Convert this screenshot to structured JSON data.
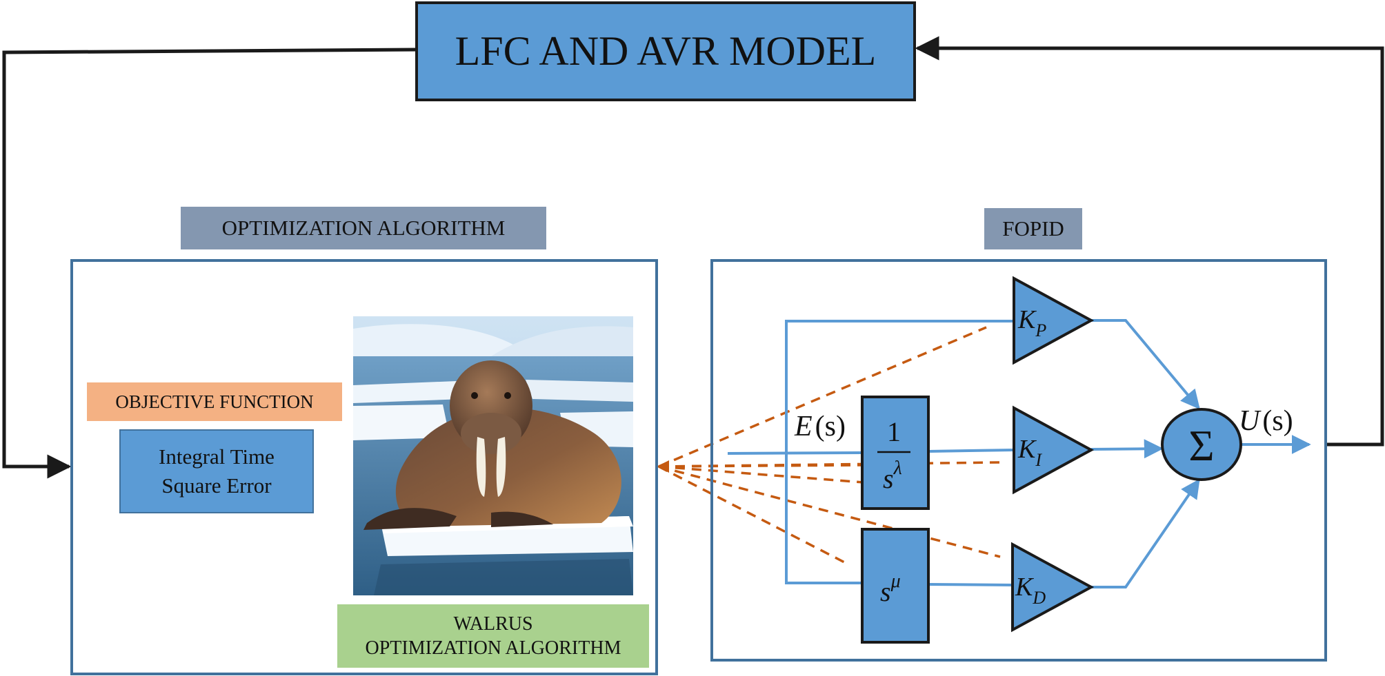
{
  "model_block": {
    "label": "LFC AND AVR MODEL"
  },
  "optimization": {
    "section_label": "OPTIMIZATION ALGORITHM",
    "objective_label": "OBJECTIVE FUNCTION",
    "objective_lines": [
      "Integral Time",
      "Square Error"
    ],
    "algorithm_lines": [
      "WALRUS",
      "OPTIMIZATION ALGORITHM"
    ]
  },
  "fopid": {
    "section_label": "FOPID",
    "input_signal": {
      "name": "E",
      "arg": "(s)"
    },
    "output_signal": {
      "name": "U",
      "arg": "(s)"
    },
    "integrator": {
      "numerator": "1",
      "base": "s",
      "exponent": "λ"
    },
    "differentiator": {
      "base": "s",
      "exponent": "μ"
    },
    "gains": [
      {
        "symbol": "K",
        "subscript": "P"
      },
      {
        "symbol": "K",
        "subscript": "I"
      },
      {
        "symbol": "K",
        "subscript": "D"
      }
    ],
    "summing_symbol": "Σ"
  },
  "colors": {
    "block_fill": "#5b9bd5",
    "panel_border": "#41719c",
    "section_label": "#8497b0",
    "objective_fill": "#f4b183",
    "algorithm_fill": "#a9d18e",
    "tuning_lines": "#c55a11",
    "feedback_lines": "#1a1a1a"
  }
}
